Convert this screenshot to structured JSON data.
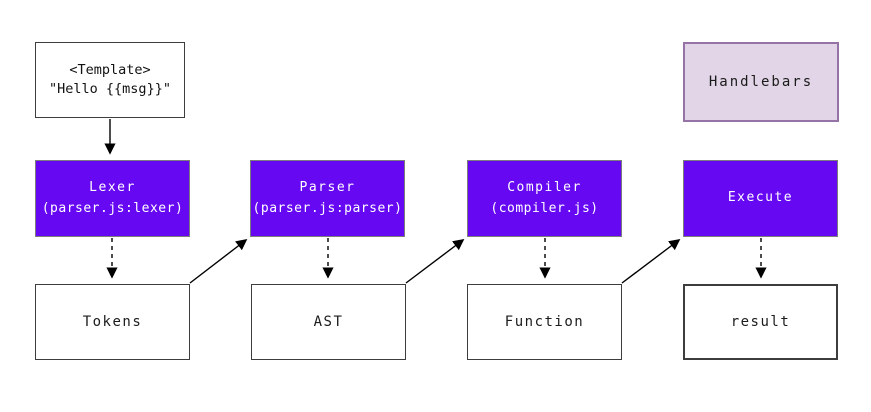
{
  "colors": {
    "background": "#ffffff",
    "stage_fill": "#6608f2",
    "stage_text": "#ffffff",
    "handlebars_fill": "#e1d5e7",
    "handlebars_border": "#9673a6",
    "arrow": "#000000"
  },
  "template_box": {
    "line1": "<Template>",
    "line2": "\"Hello {{msg}}\""
  },
  "legend": {
    "label": "Handlebars"
  },
  "stages": [
    {
      "title": "Lexer",
      "subtitle": "(parser.js:lexer)"
    },
    {
      "title": "Parser",
      "subtitle": "(parser.js:parser)"
    },
    {
      "title": "Compiler",
      "subtitle": "(compiler.js)"
    },
    {
      "title": "Execute",
      "subtitle": ""
    }
  ],
  "outputs": [
    {
      "label": "Tokens"
    },
    {
      "label": "AST"
    },
    {
      "label": "Function"
    },
    {
      "label": "result"
    }
  ]
}
